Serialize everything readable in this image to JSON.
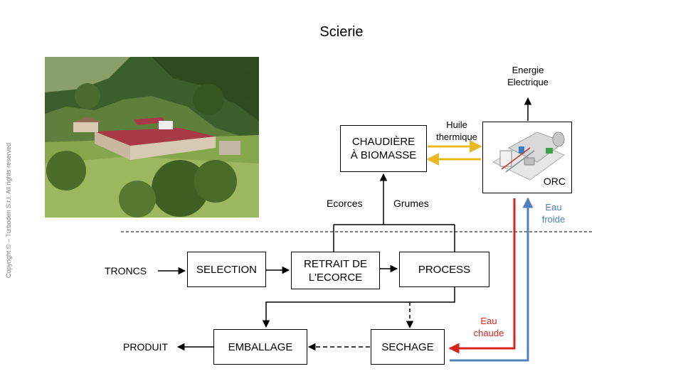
{
  "title": "Scierie",
  "copyright": "Copyright © – Turboden S.r.l. All rights reserved",
  "boxes": {
    "chaudiere_line1": "CHAUDIÈRE",
    "chaudiere_line2": "À BIOMASSE",
    "selection": "SELECTION",
    "retrait_line1": "RETRAIT DE",
    "retrait_line2": "L'ECORCE",
    "process": "PROCESS",
    "emballage": "EMBALLAGE",
    "sechage": "SECHAGE",
    "orc": "ORC"
  },
  "labels": {
    "energie_line1": "Energie",
    "energie_line2": "Electrique",
    "huile_line1": "Huile",
    "huile_line2": "thermique",
    "ecorces": "Ecorces",
    "grumes": "Grumes",
    "troncs": "TRONCS",
    "produit": "PRODUIT",
    "eau_froide_line1": "Eau",
    "eau_froide_line2": "froide",
    "eau_chaude_line1": "Eau",
    "eau_chaude_line2": "chaude"
  },
  "colors": {
    "thermal_oil": "#e8b923",
    "hot_water": "#d9231d",
    "cold_water": "#4f81bd"
  },
  "photo": {
    "icon": "sawmill-landscape-photo"
  }
}
